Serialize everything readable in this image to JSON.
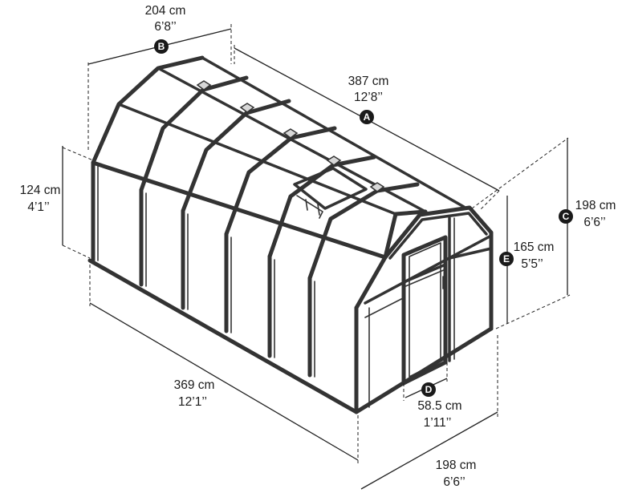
{
  "colors": {
    "line": "#222222",
    "frame": "#333333",
    "badge": "#1a1a1a",
    "badge_text": "#ffffff",
    "background": "#ffffff"
  },
  "dimensions": [
    {
      "id": "B",
      "badge": "B",
      "metric": "204 cm",
      "imperial": "6’8’’"
    },
    {
      "id": "A",
      "badge": "A",
      "metric": "387 cm",
      "imperial": "12’8’’"
    },
    {
      "id": "C",
      "badge": "C",
      "metric": "198 cm",
      "imperial": "6’6’’"
    },
    {
      "id": "E",
      "badge": "E",
      "metric": "165 cm",
      "imperial": "5’5’’"
    },
    {
      "id": "side_height",
      "badge": "",
      "metric": "124 cm",
      "imperial": "4’1’’"
    },
    {
      "id": "base_length",
      "badge": "",
      "metric": "369 cm",
      "imperial": "12’1’’"
    },
    {
      "id": "D",
      "badge": "D",
      "metric": "58.5 cm",
      "imperial": "1’11’’"
    },
    {
      "id": "base_width",
      "badge": "",
      "metric": "198 cm",
      "imperial": "6’6’’"
    }
  ]
}
